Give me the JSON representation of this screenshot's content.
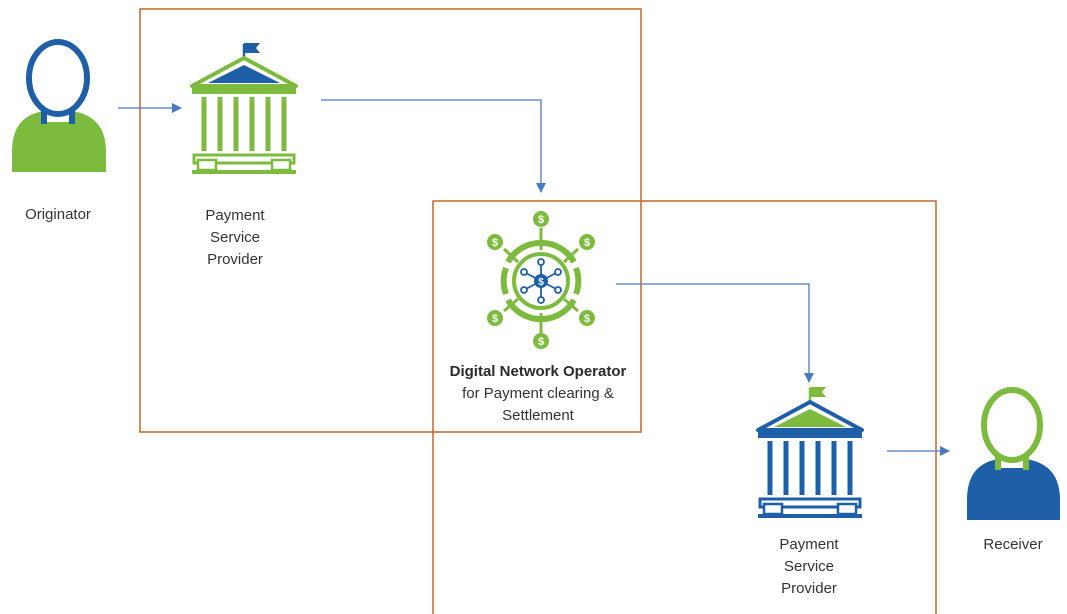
{
  "actors": {
    "originator": {
      "label": "Originator"
    },
    "receiver": {
      "label": "Receiver"
    }
  },
  "providers": {
    "sender": {
      "lines": [
        "Payment",
        "Service",
        "Provider"
      ]
    },
    "receiver": {
      "lines": [
        "Payment",
        "Service",
        "Provider"
      ]
    }
  },
  "operator": {
    "title": "Digital Network Operator",
    "lines": [
      "for Payment clearing &",
      "Settlement"
    ]
  },
  "colors": {
    "blue": "#1f5fa8",
    "green": "#7dbb3e",
    "box": "#c0692a",
    "arrow": "#4a7ac2"
  }
}
